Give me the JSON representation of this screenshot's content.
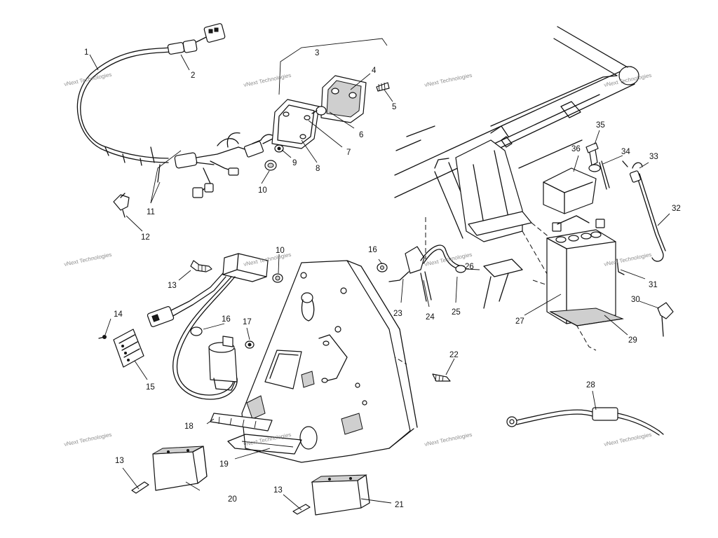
{
  "watermark": "vNext Technologies",
  "callouts": [
    "1",
    "2",
    "3",
    "4",
    "5",
    "6",
    "7",
    "8",
    "9",
    "10",
    "11",
    "12",
    "13",
    "10",
    "14",
    "16",
    "17",
    "15",
    "13",
    "20",
    "13",
    "21",
    "18",
    "19",
    "22",
    "16",
    "23",
    "24",
    "25",
    "35",
    "36",
    "34",
    "33",
    "32",
    "27",
    "31",
    "30",
    "29",
    "28",
    "26"
  ]
}
